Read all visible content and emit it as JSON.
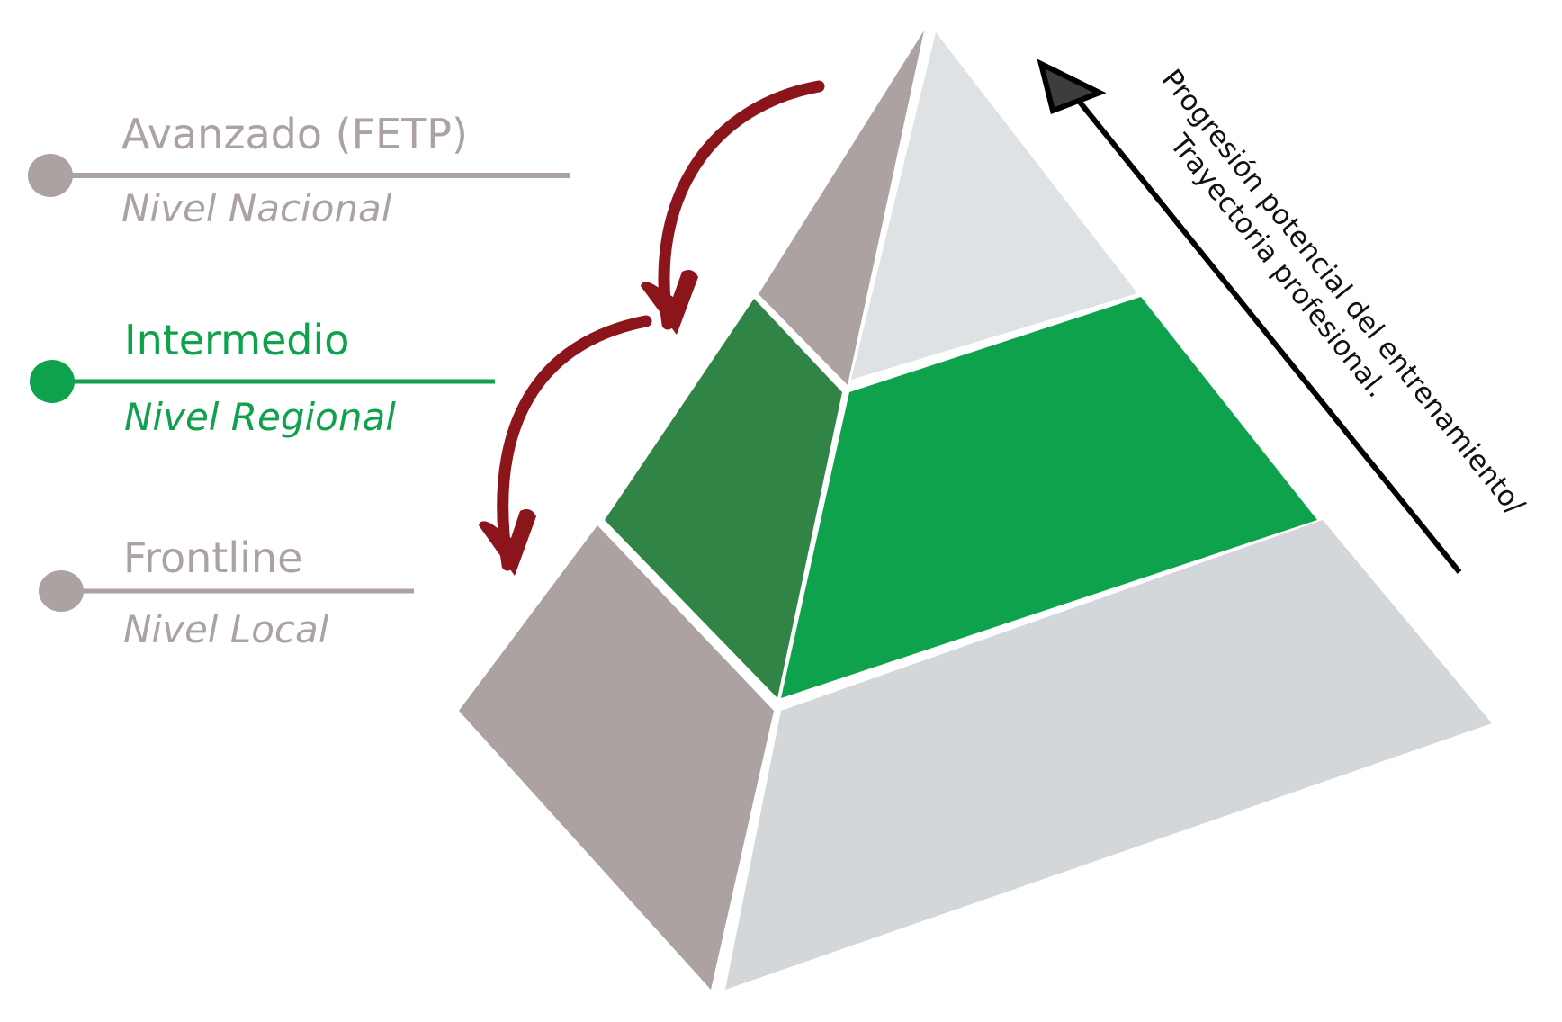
{
  "colors": {
    "gray_level": "#aba2a1",
    "green_level": "#0fa24c",
    "green_dark": "#308546",
    "face_light_top": "#dfe2e5",
    "face_light_bottom": "#d4d7da",
    "gray_face": "#aba2a1",
    "arrow_red": "#8c141b",
    "axis_black": "#000000",
    "axis_head": "#3d3d3d"
  },
  "levels": [
    {
      "id": "avanzado",
      "title": "Avanzado (FETP)",
      "subtitle": "Nivel Nacional",
      "color_key": "gray_level",
      "highlighted": false
    },
    {
      "id": "intermedio",
      "title": "Intermedio",
      "subtitle": "Nivel Regional",
      "color_key": "green_level",
      "highlighted": true
    },
    {
      "id": "frontline",
      "title": "Frontline",
      "subtitle": "Nivel Local",
      "color_key": "gray_level",
      "highlighted": false
    }
  ],
  "axis": {
    "line1": "Progresión potencial del entrenamiento/",
    "line2": "Trayectoria profesional."
  },
  "pyramid": {
    "tiers": [
      "top",
      "middle",
      "bottom"
    ],
    "highlighted_tier": "middle"
  }
}
